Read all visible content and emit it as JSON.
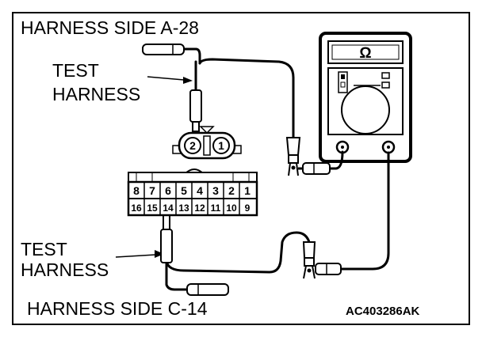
{
  "labels": {
    "harness_side_top": "HARNESS SIDE A-28",
    "test_harness_top_1": "TEST",
    "test_harness_top_2": "HARNESS",
    "test_harness_bottom_1": "TEST",
    "test_harness_bottom_2": "HARNESS",
    "harness_side_bottom": "HARNESS SIDE C-14",
    "figure_code": "AC403286AK"
  },
  "meter": {
    "symbol": "Ω"
  },
  "connector_a28": {
    "pins": [
      "2",
      "1"
    ]
  },
  "connector_c14": {
    "top_row": [
      "8",
      "7",
      "6",
      "5",
      "4",
      "3",
      "2",
      "1"
    ],
    "bottom_row": [
      "16",
      "15",
      "14",
      "13",
      "12",
      "11",
      "10",
      "9"
    ]
  }
}
